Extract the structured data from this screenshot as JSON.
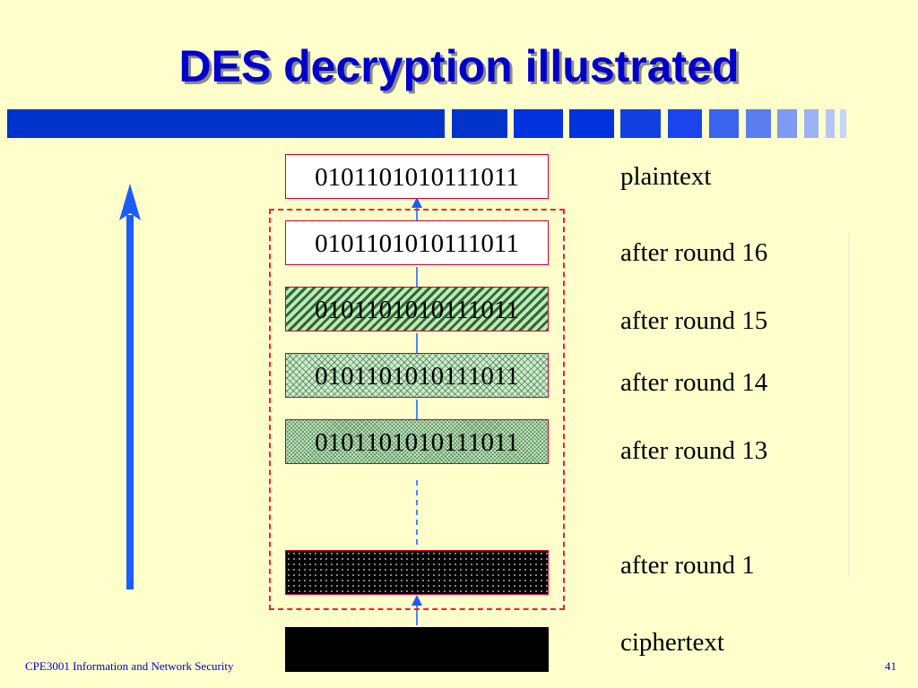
{
  "slide": {
    "title": "DES decryption illustrated",
    "footer_left": "CPE3001 Information and Network Security",
    "page_number": "41"
  },
  "colors": {
    "background": "#ffffcc",
    "title": "#0000cc",
    "bar_blue": "#0033cc",
    "arrow_blue": "#1a5cff",
    "dashed_box": "#ee2233",
    "block_border": "#cc0033"
  },
  "blocks": [
    {
      "id": "plaintext",
      "bits": "0101101010111011",
      "label": "plaintext"
    },
    {
      "id": "round16",
      "bits": "0101101010111011",
      "label": "after round 16"
    },
    {
      "id": "round15",
      "bits": "0101101010111011",
      "label": "after round 15"
    },
    {
      "id": "round14",
      "bits": "0101101010111011",
      "label": "after round 14"
    },
    {
      "id": "round13",
      "bits": "0101101010111011",
      "label": "after round 13"
    },
    {
      "id": "round1",
      "bits": "",
      "label": "after round 1"
    },
    {
      "id": "ciphertext",
      "bits": "",
      "label": "ciphertext"
    }
  ]
}
